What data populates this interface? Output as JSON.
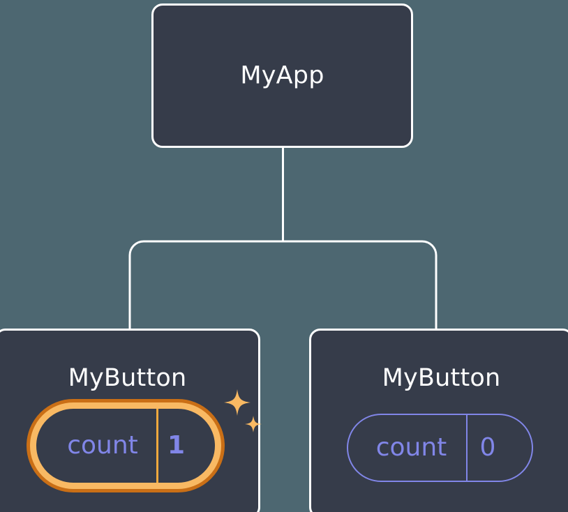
{
  "diagram": {
    "type": "component-tree",
    "title": "React component tree with state",
    "background_color": "#4d6771",
    "node_fill_color": "#363c4a",
    "node_border_color": "#ffffff",
    "state_color": "#8186e8",
    "highlight_outer_color": "#ca6f16",
    "highlight_inner_color": "#f9b963",
    "sparkle_color": "#f9b963"
  },
  "nodes": {
    "root": {
      "label": "MyApp"
    },
    "child_left": {
      "label": "MyButton",
      "state": {
        "key": "count",
        "value": "1",
        "highlighted": true
      },
      "sparkle_icon": "sparkles-icon"
    },
    "child_right": {
      "label": "MyButton",
      "state": {
        "key": "count",
        "value": "0",
        "highlighted": false
      }
    }
  },
  "edges": {
    "stroke_color": "#ffffff",
    "stroke_width": 3,
    "connections": [
      {
        "from": "root",
        "to": "child_left"
      },
      {
        "from": "root",
        "to": "child_right"
      }
    ]
  }
}
